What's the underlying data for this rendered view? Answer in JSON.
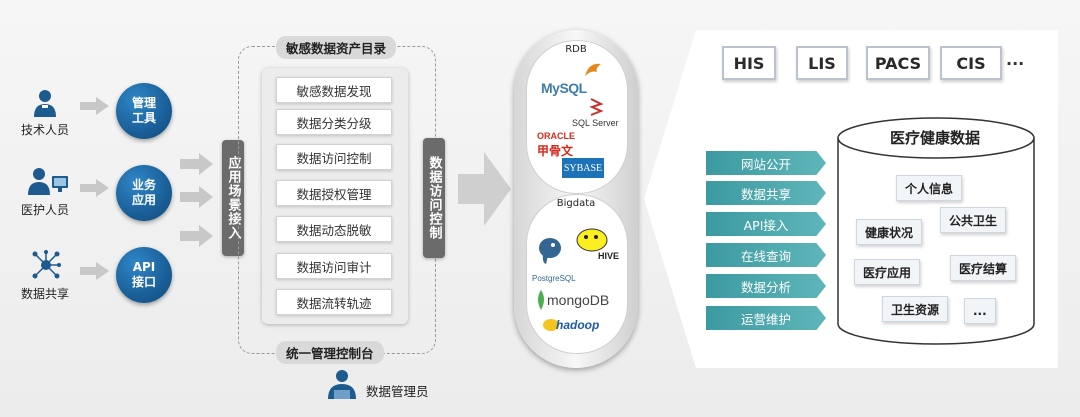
{
  "roles": [
    {
      "label": "技术人员",
      "icon": "tech-person-icon"
    },
    {
      "label": "医护人员",
      "icon": "medical-staff-icon"
    },
    {
      "label": "数据共享",
      "icon": "network-icon"
    }
  ],
  "role_actions": [
    "管理工具",
    "业务应用",
    "API接口"
  ],
  "access_label": "应用场景接入",
  "catalog": {
    "title": "敏感数据资产目录",
    "items": [
      "敏感数据发现",
      "数据分类分级",
      "数据访问控制",
      "数据授权管理",
      "数据动态脱敏",
      "数据访问审计",
      "数据流转轨迹"
    ],
    "console_label": "统一管理控制台"
  },
  "access_control_label": "数据访问控制",
  "admin_label": "数据管理员",
  "databases": {
    "rdb_title": "RDB",
    "rdb_logos": [
      "MySQL",
      "SQL Server",
      "ORACLE",
      "甲骨文",
      "SYBASE"
    ],
    "bigdata_title": "Bigdata",
    "bigdata_logos": [
      "PostgreSQL",
      "HIVE",
      "mongoDB",
      "hadoop"
    ]
  },
  "systems": [
    "HIS",
    "LIS",
    "PACS",
    "CIS",
    "..."
  ],
  "services": [
    "网站公开",
    "数据共享",
    "API接入",
    "在线查询",
    "数据分析",
    "运营维护"
  ],
  "health_data": {
    "title": "医疗健康数据",
    "tags": [
      "个人信息",
      "公共卫生",
      "健康状况",
      "医疗应用",
      "医疗结算",
      "卫生资源",
      "..."
    ]
  },
  "colors": {
    "accent_blue": "#1a5f98",
    "teal": "#3c9aa0",
    "gray_bar": "#6b6b6b"
  }
}
